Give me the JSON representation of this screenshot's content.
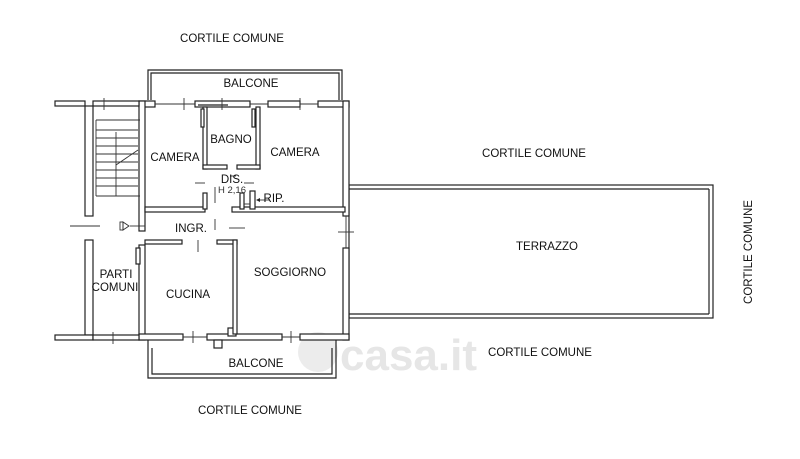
{
  "plan": {
    "surroundings": {
      "top": "CORTILE COMUNE",
      "right_middle": "CORTILE COMUNE",
      "right_vertical": "CORTILE COMUNE",
      "bottom_right": "CORTILE COMUNE",
      "bottom": "CORTILE COMUNE"
    },
    "rooms": {
      "balcone_top": "BALCONE",
      "camera_left": "CAMERA",
      "bagno": "BAGNO",
      "camera_right": "CAMERA",
      "dis": "DIS.",
      "height": "H 2,16",
      "rip": "RIP.",
      "ingr": "INGR.",
      "parti": "PARTI",
      "comuni": "COMUNI",
      "cucina": "CUCINA",
      "soggiorno": "SOGGIORNO",
      "balcone_bottom": "BALCONE",
      "terrazzo": "TERRAZZO"
    },
    "watermark": "casa.it"
  }
}
